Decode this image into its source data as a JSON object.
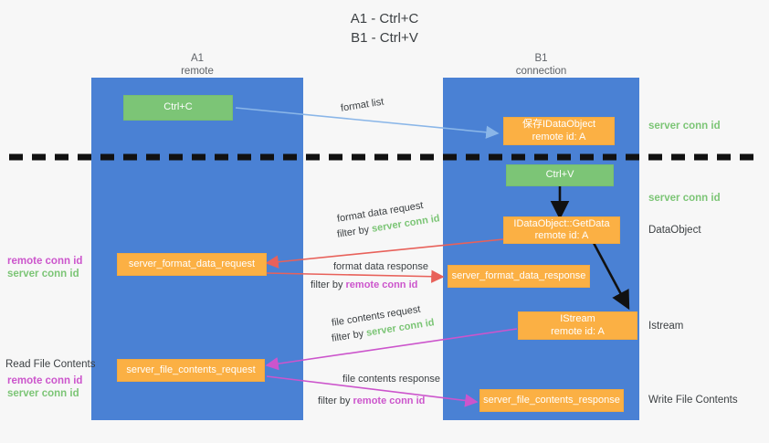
{
  "title": {
    "line1": "A1 - Ctrl+C",
    "line2": "B1 - Ctrl+V"
  },
  "colors": {
    "lane": "#4a81d4",
    "box_orange": "#fbb044",
    "box_green": "#7cc576",
    "server_conn_id": "#7cc576",
    "remote_conn_id": "#cc55cc",
    "arrow_blue": "#8ab6e8",
    "arrow_red": "#e8615a",
    "arrow_magenta": "#cc55cc",
    "arrow_black": "#000000",
    "background": "#f7f7f7",
    "text": "#3c4043"
  },
  "lanes": [
    {
      "id": "a1",
      "name": "A1",
      "sub": "remote"
    },
    {
      "id": "b1",
      "name": "B1",
      "sub": "connection"
    }
  ],
  "boxes": [
    {
      "id": "ctrl-c",
      "line1": "Ctrl+C",
      "line2": "",
      "color": "green"
    },
    {
      "id": "save-idataobject",
      "line1": "保存IDataObject",
      "line2": "remote id: A",
      "color": "orange"
    },
    {
      "id": "ctrl-v",
      "line1": "Ctrl+V",
      "line2": "",
      "color": "green"
    },
    {
      "id": "idataobject-getdata",
      "line1": "IDataObject::GetData",
      "line2": "remote id: A",
      "color": "orange"
    },
    {
      "id": "server-format-data-request",
      "line1": "server_format_data_request",
      "line2": "",
      "color": "orange"
    },
    {
      "id": "server-format-data-response",
      "line1": "server_format_data_response",
      "line2": "",
      "color": "orange"
    },
    {
      "id": "istream",
      "line1": "IStream",
      "line2": "remote id: A",
      "color": "orange"
    },
    {
      "id": "server-file-contents-request",
      "line1": "server_file_contents_request",
      "line2": "",
      "color": "orange"
    },
    {
      "id": "server-file-contents-response",
      "line1": "server_file_contents_response",
      "line2": "",
      "color": "orange"
    }
  ],
  "right_labels": [
    {
      "id": "server-conn-id-top",
      "text": "server conn id",
      "style": "green"
    },
    {
      "id": "server-conn-id-mid",
      "text": "server conn id",
      "style": "green"
    },
    {
      "id": "dataobject",
      "text": "DataObject",
      "style": "dark"
    },
    {
      "id": "istream",
      "text": "Istream",
      "style": "dark"
    },
    {
      "id": "write-file-contents",
      "text": "Write File Contents",
      "style": "dark"
    }
  ],
  "left_labels": {
    "group1": {
      "remote": "remote conn id",
      "server": "server conn id"
    },
    "group2": {
      "heading": "Read File Contents",
      "remote": "remote conn id",
      "server": "server conn id"
    }
  },
  "edge_labels": {
    "format_list": "format list",
    "format_data_request": "format data request",
    "format_data_request_filter_prefix": "filter by ",
    "format_data_request_filter_key": "server conn id",
    "format_data_response": "format data response",
    "format_data_response_filter_prefix": "filter by ",
    "format_data_response_filter_key": "remote conn id",
    "file_contents_request": "file contents request",
    "file_contents_request_filter_prefix": "filter by ",
    "file_contents_request_filter_key": "server conn id",
    "file_contents_response": "file contents response",
    "file_contents_response_filter_prefix": "filter by ",
    "file_contents_response_filter_key": "remote conn id"
  }
}
